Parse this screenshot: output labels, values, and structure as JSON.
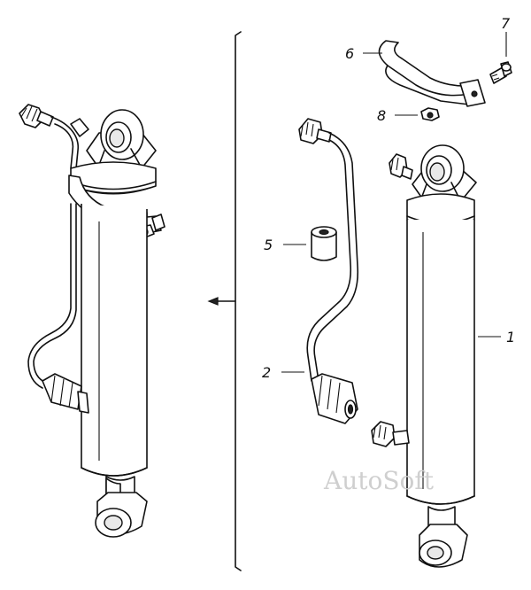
{
  "diagram": {
    "callouts": [
      {
        "id": "1",
        "label": "1"
      },
      {
        "id": "2",
        "label": "2"
      },
      {
        "id": "5",
        "label": "5"
      },
      {
        "id": "6",
        "label": "6"
      },
      {
        "id": "7",
        "label": "7"
      },
      {
        "id": "8",
        "label": "8"
      }
    ],
    "watermark": "AutoSoft",
    "arrow_icon": "arrow-left-icon"
  }
}
